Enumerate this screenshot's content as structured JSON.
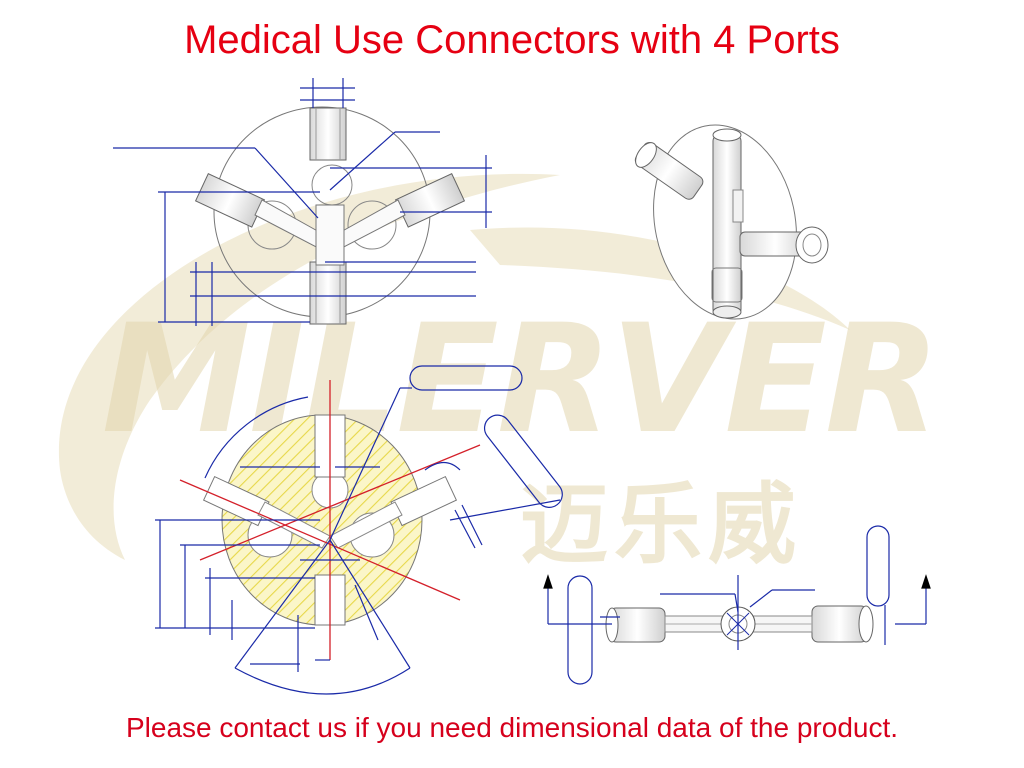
{
  "title": "Medical Use Connectors with 4 Ports",
  "footer": "Please contact us if you need dimensional data of the product.",
  "watermark": {
    "brand": "MILERVER",
    "chinese": "迈乐威"
  },
  "colors": {
    "title": "#e60012",
    "footer": "#d6001c",
    "dimension_line": "#1a2aa8",
    "outline": "#555555",
    "watermark": "#e8dcb8",
    "section_hatch": "#efe36a",
    "center_line": "#d4202a"
  }
}
